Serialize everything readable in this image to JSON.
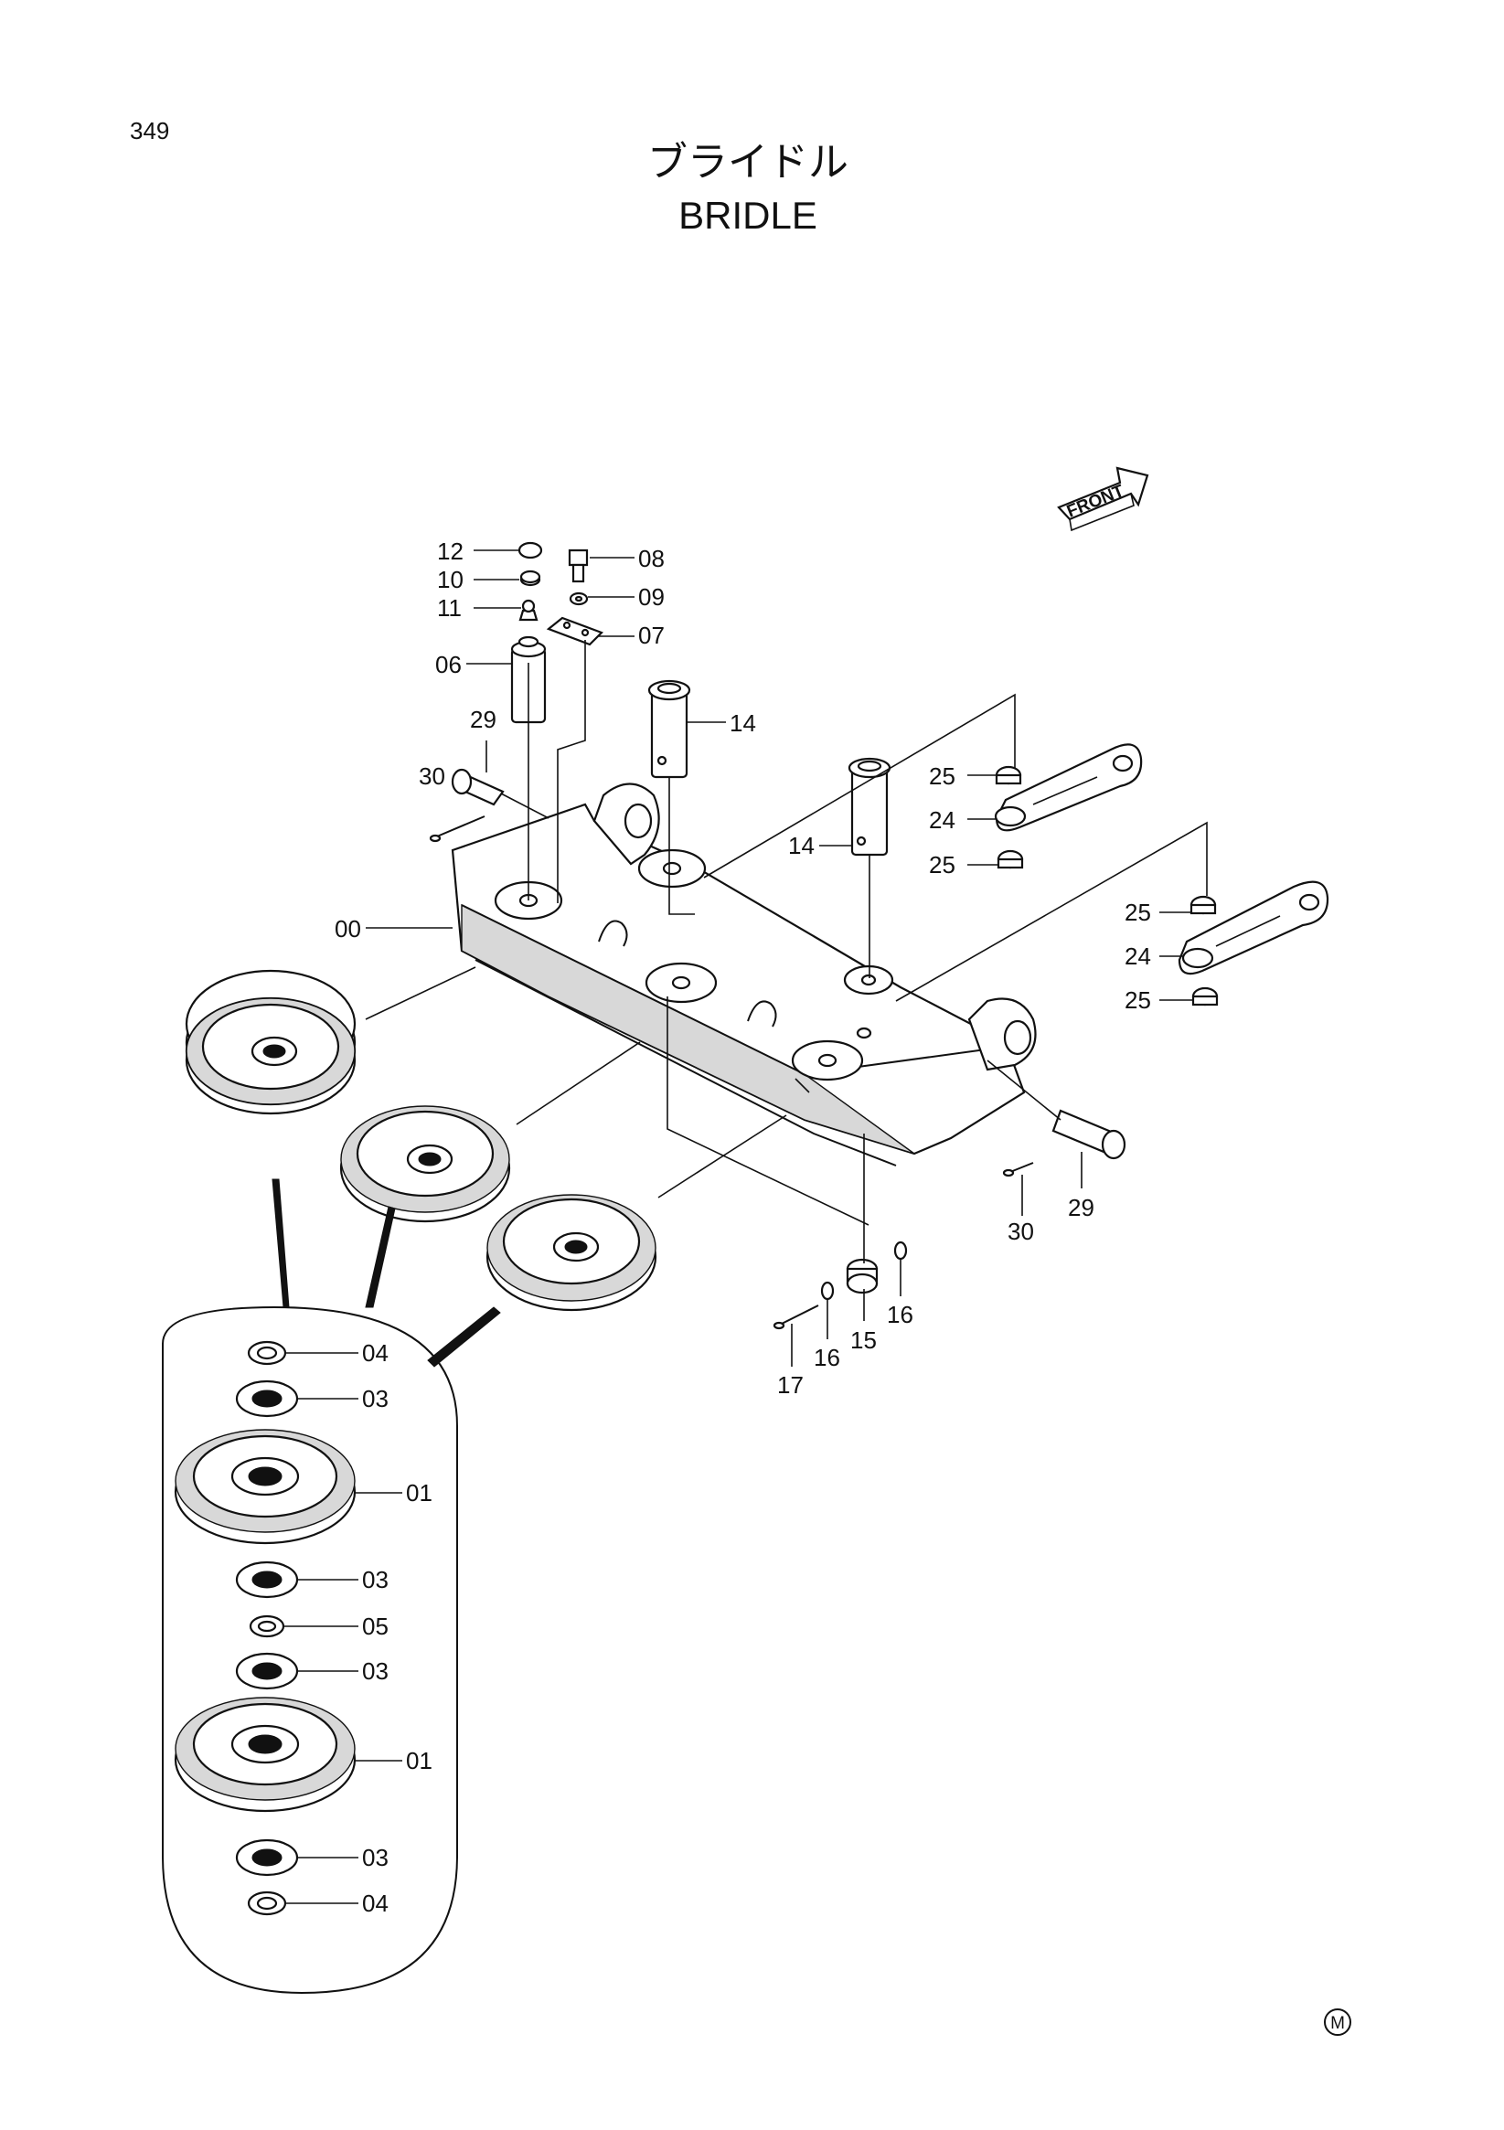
{
  "page_number": "349",
  "title_jp": "ブライドル",
  "title_en": "BRIDLE",
  "front_label": "FRONT",
  "mark_symbol": "M",
  "callouts": [
    {
      "label": "12"
    },
    {
      "label": "10"
    },
    {
      "label": "11"
    },
    {
      "label": "06"
    },
    {
      "label": "08"
    },
    {
      "label": "09"
    },
    {
      "label": "07"
    },
    {
      "label": "14"
    },
    {
      "label": "14"
    },
    {
      "label": "29"
    },
    {
      "label": "30"
    },
    {
      "label": "00"
    },
    {
      "label": "25"
    },
    {
      "label": "24"
    },
    {
      "label": "25"
    },
    {
      "label": "25"
    },
    {
      "label": "24"
    },
    {
      "label": "25"
    },
    {
      "label": "29"
    },
    {
      "label": "30"
    },
    {
      "label": "16"
    },
    {
      "label": "16"
    },
    {
      "label": "15"
    },
    {
      "label": "17"
    },
    {
      "label": "04"
    },
    {
      "label": "03"
    },
    {
      "label": "01"
    },
    {
      "label": "03"
    },
    {
      "label": "05"
    },
    {
      "label": "03"
    },
    {
      "label": "01"
    },
    {
      "label": "03"
    },
    {
      "label": "04"
    }
  ]
}
